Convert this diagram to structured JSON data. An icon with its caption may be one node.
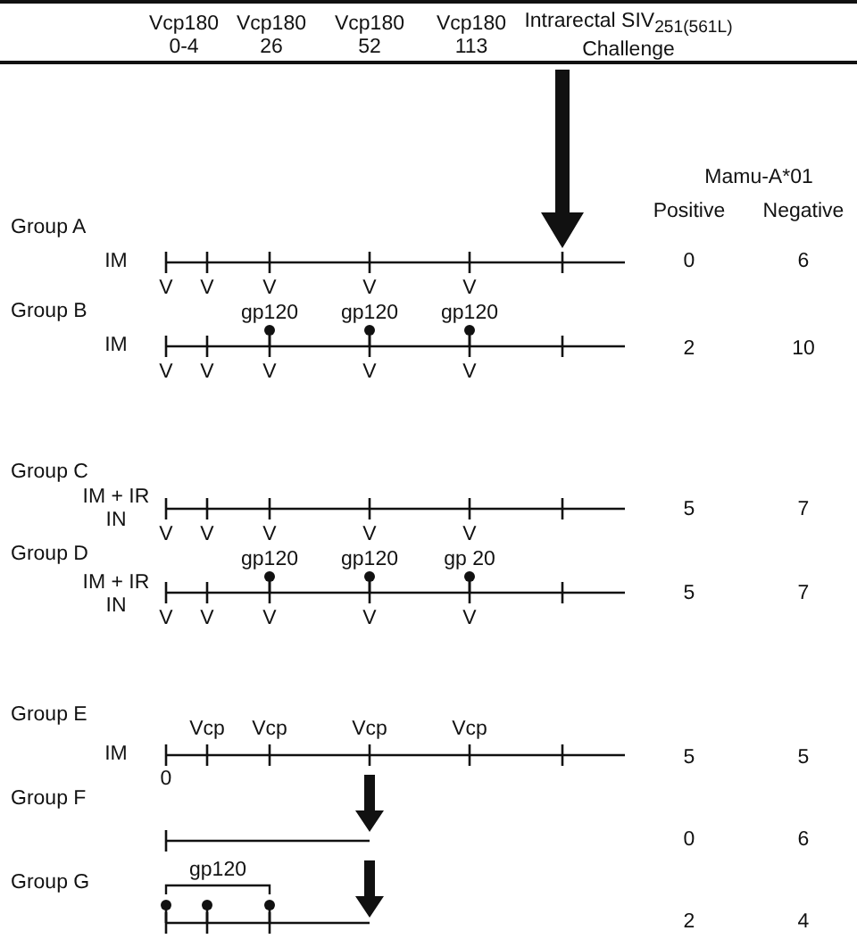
{
  "diagram": {
    "labels": [
      "Vcp180 0-4",
      "Vcp180 26",
      "Vcp180 52",
      "Vcp180 113",
      "Intrarectal SIV$_{251(561L)}$ Challenge",
      "Mamu-A*01",
      "Positive",
      "Negative",
      "Group A",
      "IM",
      "0",
      "6",
      "V",
      "V",
      "V",
      "V",
      "V",
      "Group B",
      "gp120",
      "gp120",
      "gp120",
      "IM",
      "2",
      "10",
      "V",
      "V",
      "V",
      "V",
      "V",
      "Group C",
      "IM + IR IN",
      "5",
      "7",
      "V",
      "V",
      "V",
      "V",
      "V",
      "Group D",
      "gp120",
      "gp120",
      "gp 20",
      "IM + IR IN",
      "5",
      "7",
      "V",
      "V",
      "V",
      "V",
      "V",
      "Group E",
      "Vcp",
      "Vcp",
      "Vcp",
      "Vcp",
      "IM",
      "0",
      "5",
      "5",
      "Group F",
      "0",
      "6",
      "Group G",
      "gp120",
      "2",
      "4"
    ]
  }
}
